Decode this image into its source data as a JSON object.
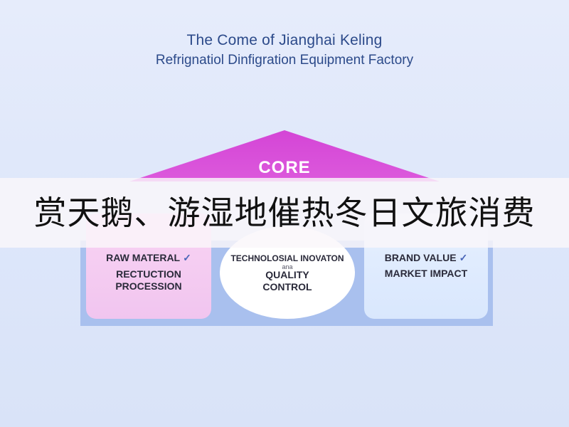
{
  "title": {
    "line1": "The Come of Jianghai Keling",
    "line2": "Refrignatiol Dinfigration Equipment Factory"
  },
  "roof": {
    "label": "CORE",
    "color": "#d64bd8"
  },
  "pillars": {
    "left": {
      "line1": "RAW MATERAL",
      "line1_mark": "✓",
      "line2": "RECTUCTION",
      "line3": "PROCESSION"
    },
    "center": {
      "line1": "TECHNOLOSIAL INOVATON",
      "line2": "ana",
      "line3": "QUALITY",
      "line4": "CONTROL"
    },
    "right": {
      "line1": "BRAND VALUE",
      "line1_mark": "✓",
      "line2": "MARKET IMPACT"
    }
  },
  "banner": {
    "text": "赏天鹅、游湿地催热冬日文旅消费"
  }
}
